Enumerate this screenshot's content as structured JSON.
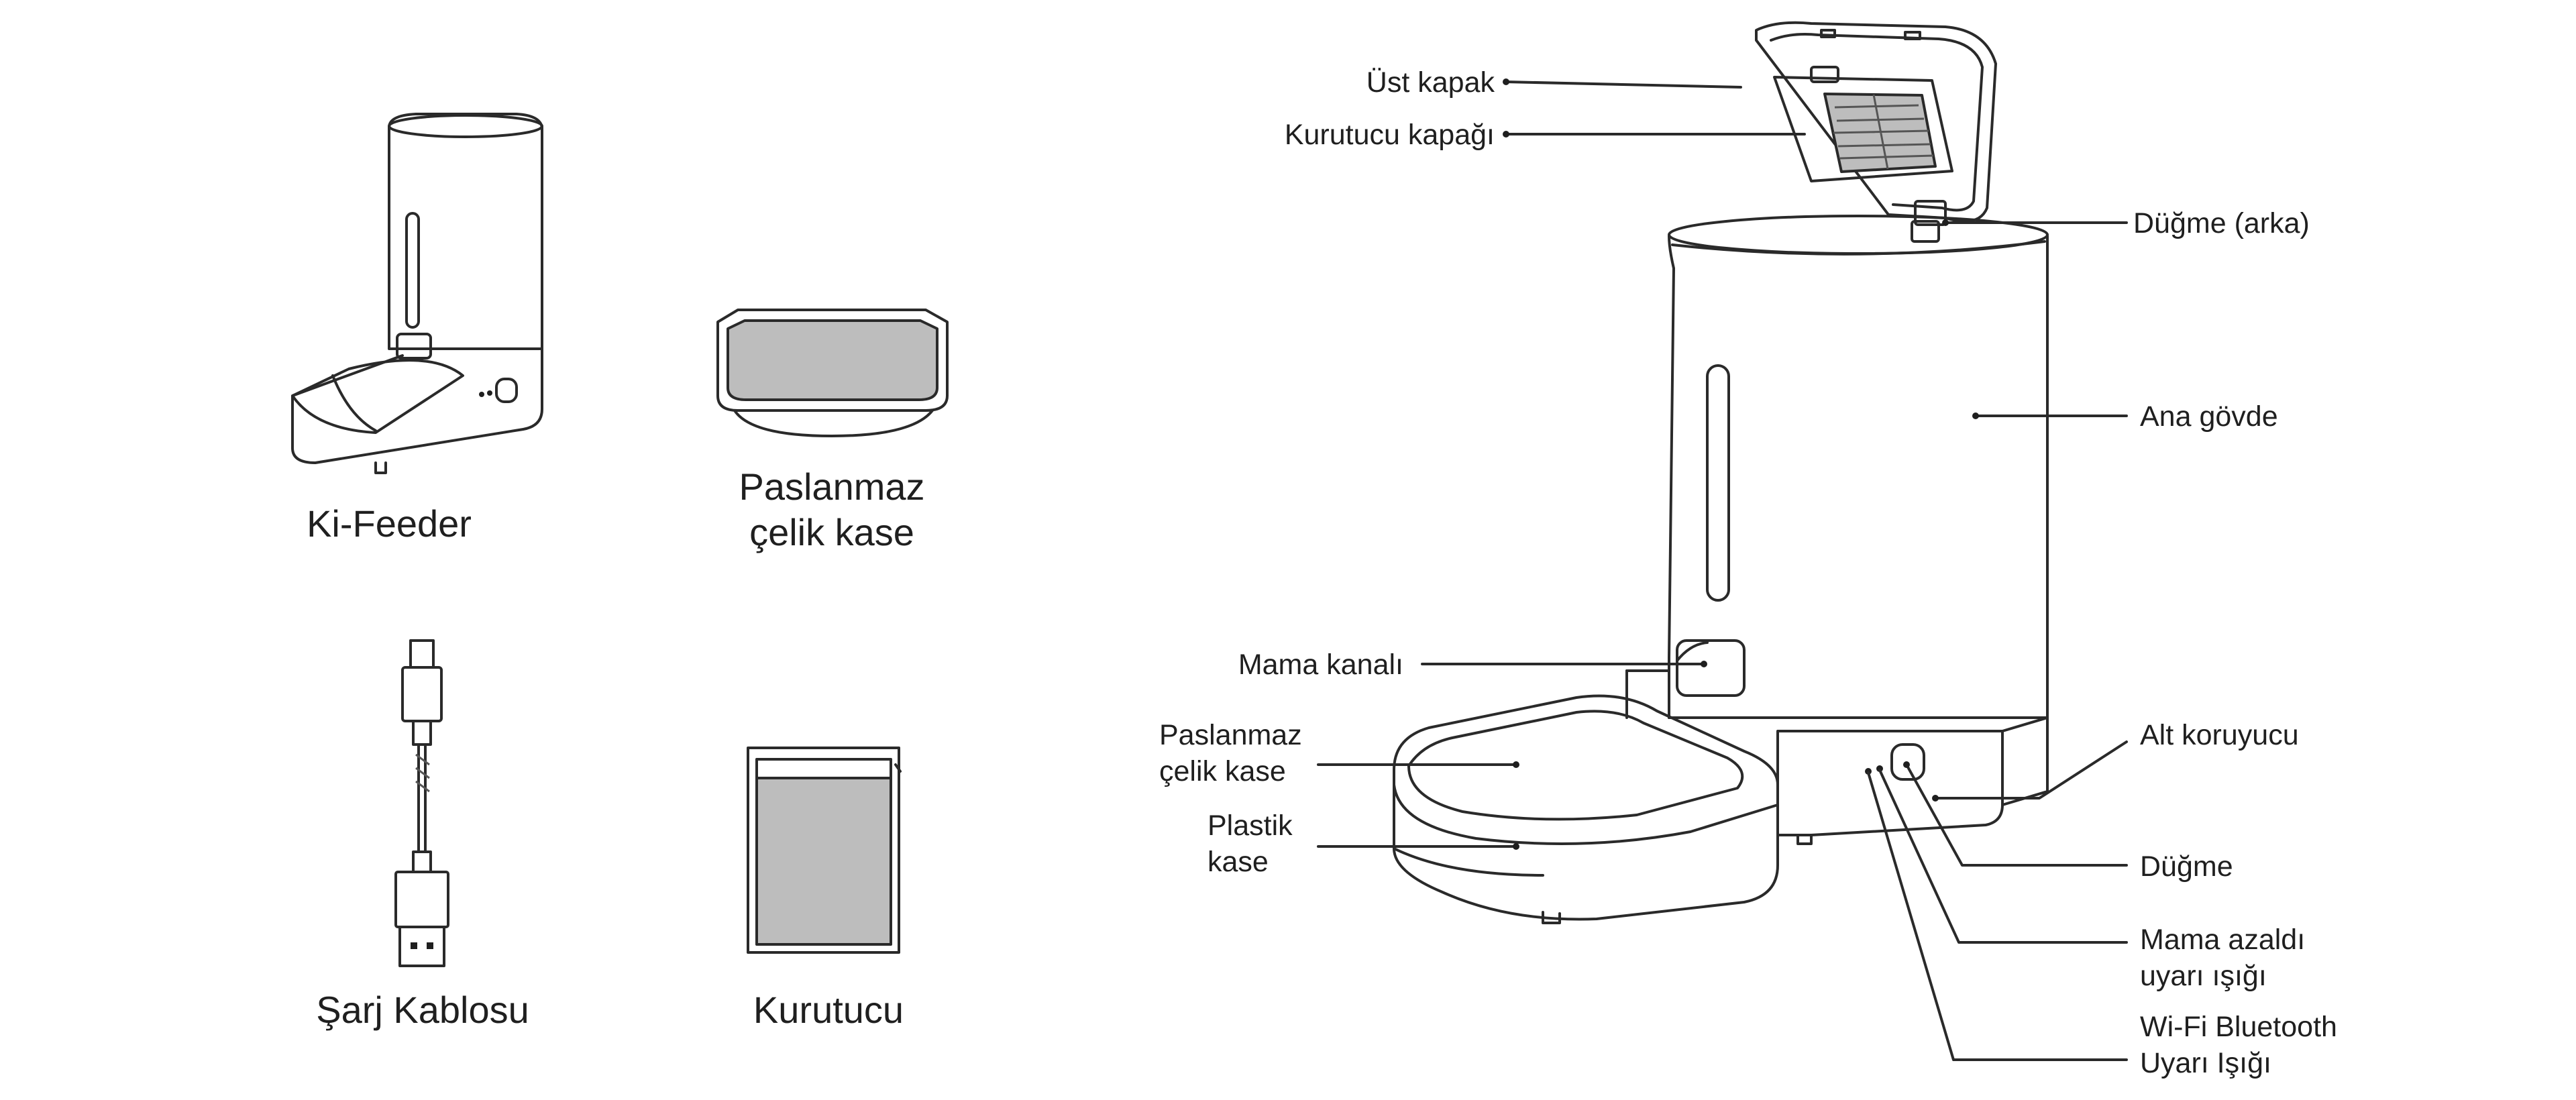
{
  "contents": {
    "feeder": [
      "Ki-Feeder"
    ],
    "bowl": [
      "Paslanmaz",
      "çelik kase"
    ],
    "cable": [
      "Şarj Kablosu"
    ],
    "desiccant": [
      "Kurutucu"
    ]
  },
  "callouts": {
    "top_lid": [
      "Üst kapak"
    ],
    "desiccant_cover": [
      "Kurutucu kapağı"
    ],
    "button_back": [
      "Düğme (arka)"
    ],
    "main_body": [
      "Ana gövde"
    ],
    "food_chute": [
      "Mama kanalı"
    ],
    "steel_bowl": [
      "Paslanmaz",
      "çelik kase"
    ],
    "plastic_bowl": [
      "Plastik",
      "kase"
    ],
    "bottom_guard": [
      "Alt koruyucu"
    ],
    "button": [
      "Düğme"
    ],
    "low_food_light": [
      "Mama azaldı",
      "uyarı ışığı"
    ],
    "wifi_light": [
      "Wi-Fi Bluetooth",
      "Uyarı Işığı"
    ]
  },
  "colors": {
    "line": "#2a2a2a",
    "fill_grey": "#bdbdbd",
    "text": "#1f1f1f"
  }
}
